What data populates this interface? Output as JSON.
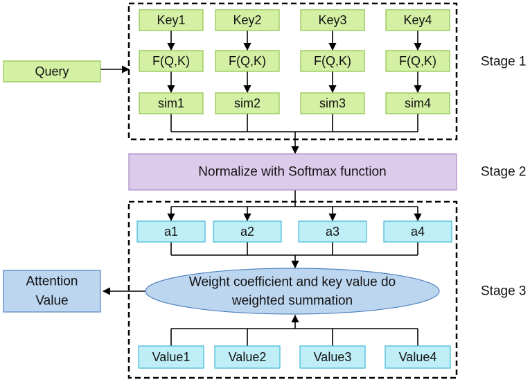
{
  "stage_labels": [
    "Stage 1",
    "Stage 2",
    "Stage 3"
  ],
  "query": "Query",
  "keys": [
    "Key1",
    "Key2",
    "Key3",
    "Key4"
  ],
  "functions": [
    "F(Q,K)",
    "F(Q,K)",
    "F(Q,K)",
    "F(Q,K)"
  ],
  "sims": [
    "sim1",
    "sim2",
    "sim3",
    "sim4"
  ],
  "softmax": "Normalize with Softmax function",
  "weights": [
    "a1",
    "a2",
    "a3",
    "a4"
  ],
  "summation": [
    "Weight coefficient and key value do",
    "weighted summation"
  ],
  "output": [
    "Attention",
    "Value"
  ],
  "values": [
    "Value1",
    "Value2",
    "Value3",
    "Value4"
  ],
  "colors": {
    "green_fill": "#d4f0a4",
    "green_stroke": "#8cc04a",
    "purple_fill": "#dccbea",
    "purple_stroke": "#a885c6",
    "cyan_fill": "#bfeef7",
    "cyan_stroke": "#3fb8d6",
    "blue_fill": "#bdd6f0",
    "blue_stroke": "#4f81bd",
    "line": "#000000"
  }
}
